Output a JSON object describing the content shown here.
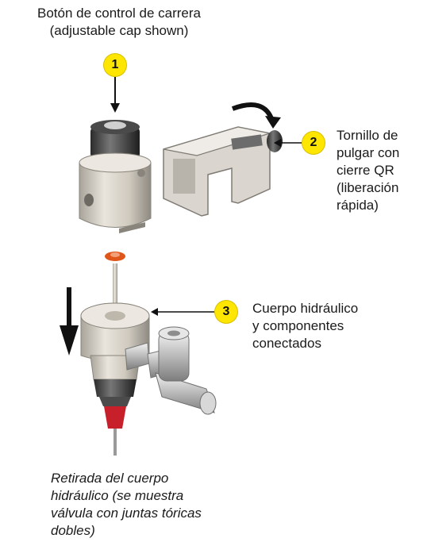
{
  "labels": {
    "top_line1": "Botón de control de carrera",
    "top_line2": "(adjustable cap shown)",
    "item2": [
      "Tornillo de",
      "pulgar con",
      "cierre QR",
      "(liberación",
      "rápida)"
    ],
    "item3": [
      "Cuerpo hidráulico",
      "y componentes",
      "conectados"
    ],
    "caption": [
      "Retirada del cuerpo",
      "hidráulico (se muestra",
      "válvula con juntas tóricas",
      "dobles)"
    ]
  },
  "badges": {
    "b1": "1",
    "b2": "2",
    "b3": "3"
  },
  "colors": {
    "badge": "#ffe600",
    "metal": "#d9d4ca",
    "oring": "#e0561a",
    "needle": "#c8202a",
    "arrow": "#111111"
  }
}
